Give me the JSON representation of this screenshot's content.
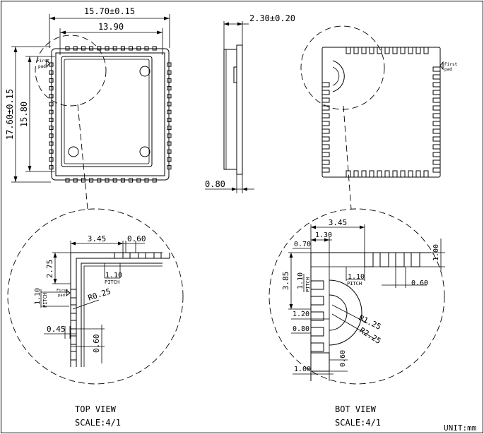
{
  "top_view": {
    "caption": "TOP VIEW",
    "scale": "SCALE:4/1",
    "dim_overall_width": "15.70±0.15",
    "dim_inner_width": "13.90",
    "dim_overall_height": "17.60±0.15",
    "dim_inner_height": "15.80",
    "first_pad_line1": "First",
    "first_pad_line2": "pad"
  },
  "side_view": {
    "dim_thickness": "2.30±0.20",
    "dim_pad": "0.80"
  },
  "bot_view": {
    "caption": "BOT VIEW",
    "scale": "SCALE:4/1",
    "first_pad_line1": "First",
    "first_pad_line2": "pad"
  },
  "top_detail": {
    "dim_3_45": "3.45",
    "dim_0_60_top": "0.60",
    "dim_2_75": "2.75",
    "dim_1_10_top": "1.10",
    "pitch_top": "PITCH",
    "dim_1_10_left": "1.10",
    "pitch_left": "PITCH",
    "radius": "R0.25",
    "dim_0_45": "0.45",
    "dim_0_60_bottom": "0.60",
    "first_pad_line1": "First",
    "first_pad_line2": "pad"
  },
  "bot_detail": {
    "dim_3_45": "3.45",
    "dim_1_30": "1.30",
    "dim_0_70": "0.70",
    "dim_1_00_right": "1.00",
    "dim_3_85": "3.85",
    "dim_1_10_top": "1.10",
    "pitch_top": "PITCH",
    "dim_1_10_left": "1.10",
    "pitch_left": "PITCH",
    "dim_0_60_right": "0.60",
    "dim_1_20": "1.20",
    "radius_1": "R1.25",
    "radius_2": "R2.25",
    "dim_0_80": "0.80",
    "dim_0_60_bottom": "0.60",
    "dim_1_00_bottom": "1.00"
  },
  "unit_label": "UNIT:mm"
}
